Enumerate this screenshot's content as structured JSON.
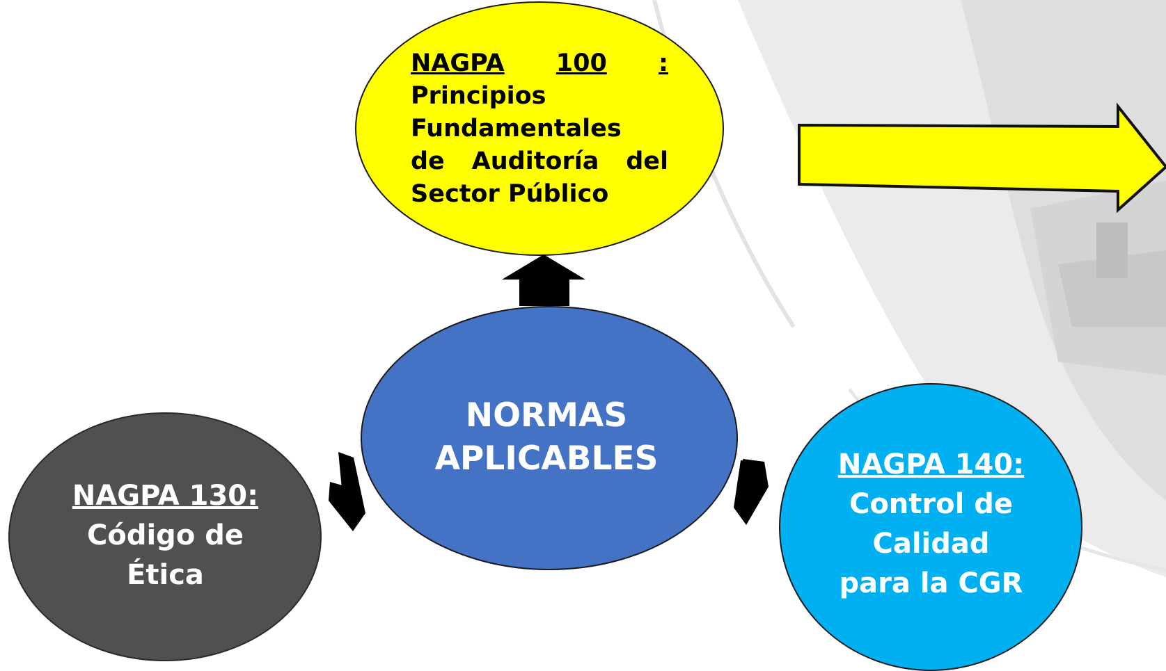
{
  "diagram": {
    "center": {
      "line1": "NORMAS",
      "line2": "APLICABLES",
      "color": "#4472c4"
    },
    "top": {
      "title_parts": [
        "NAGPA",
        "100",
        ":"
      ],
      "lines": [
        "Principios",
        "Fundamentales",
        "de Auditoría del",
        "Sector Público"
      ],
      "color": "#ffff00"
    },
    "left": {
      "title": "NAGPA 130:",
      "lines": [
        "Código de",
        "Ética"
      ],
      "color": "#505050"
    },
    "right": {
      "title": "NAGPA 140:",
      "lines": [
        "Control de",
        "Calidad",
        "para la CGR"
      ],
      "color": "#00b0f0"
    },
    "block_arrow_color": "#ffff00",
    "connector_color": "#000000"
  }
}
